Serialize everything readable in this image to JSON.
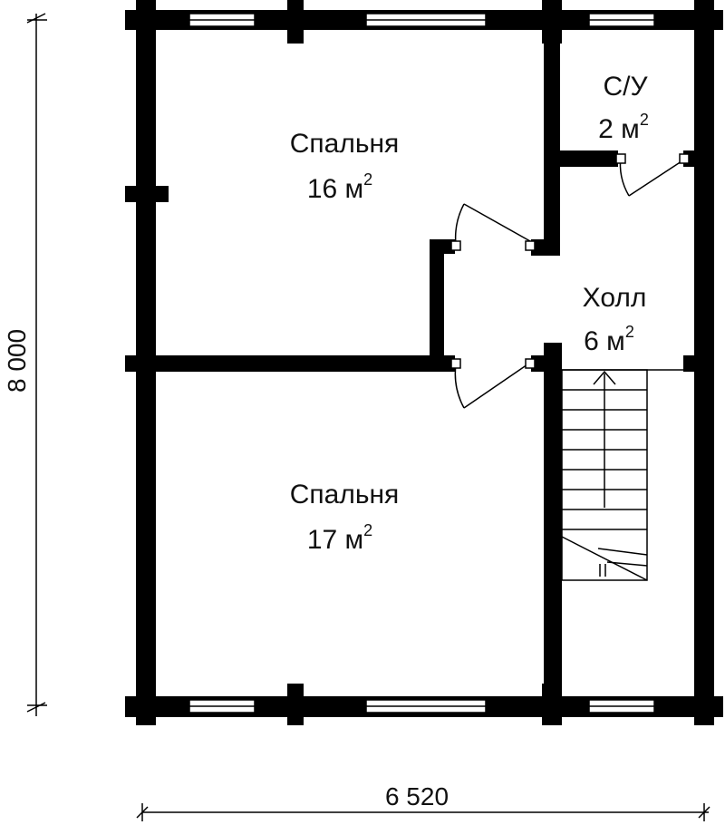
{
  "rooms": [
    {
      "name": "Спальня",
      "area": "16 м",
      "sup": "2"
    },
    {
      "name": "С/У",
      "area": "2 м",
      "sup": "2"
    },
    {
      "name": "Холл",
      "area": "6 м",
      "sup": "2"
    },
    {
      "name": "Спальня",
      "area": "17 м",
      "sup": "2"
    }
  ],
  "dimensions": {
    "height": "8 000",
    "width": "6 520"
  },
  "colors": {
    "wall": "#000000",
    "background": "#ffffff"
  }
}
